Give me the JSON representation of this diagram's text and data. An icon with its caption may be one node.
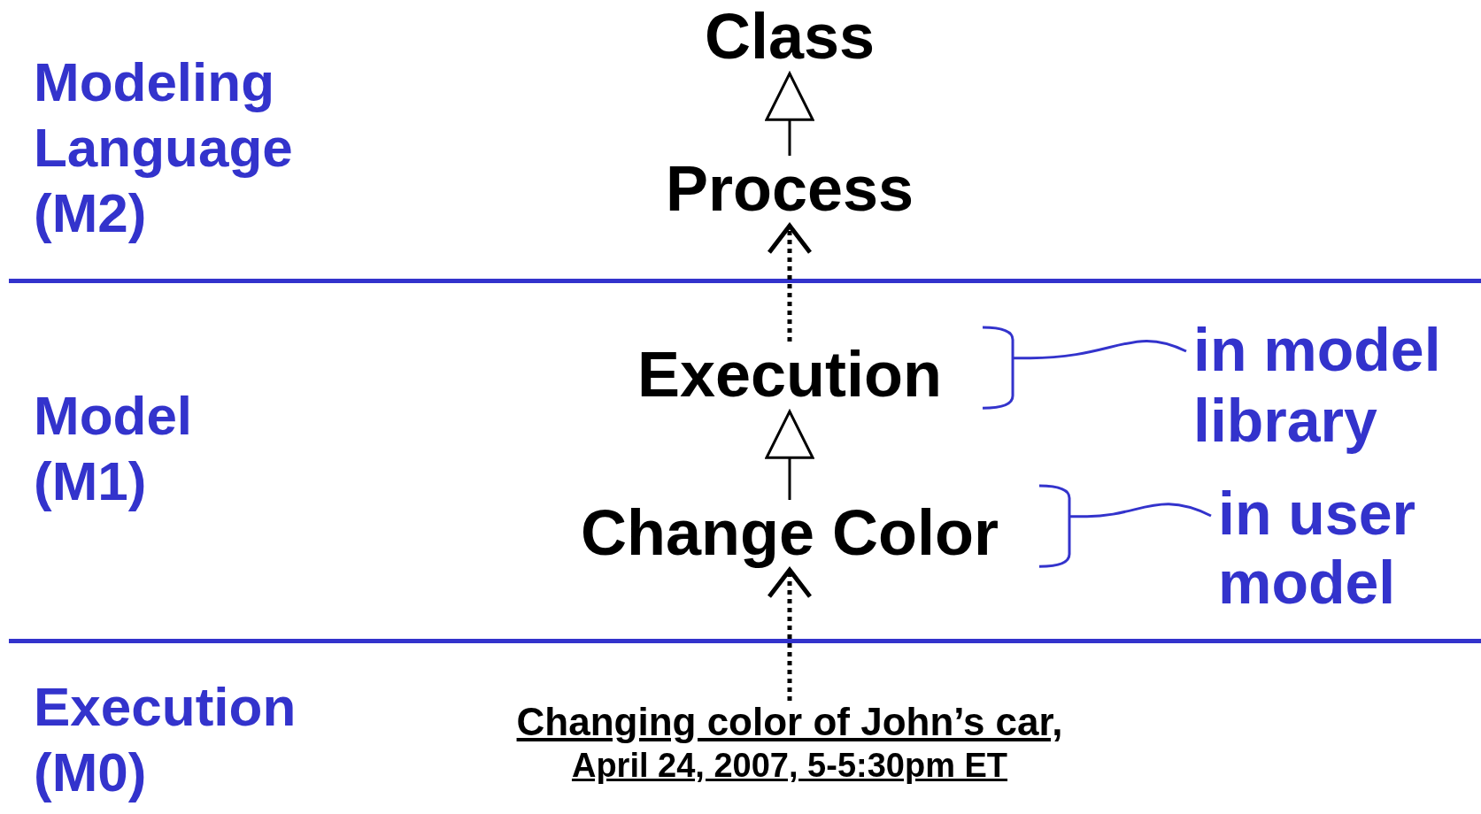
{
  "diagram": {
    "nodes": [
      {
        "text": [
          "Class"
        ]
      },
      {
        "text": [
          "Process"
        ]
      },
      {
        "text": [
          "Execution"
        ]
      },
      {
        "text": [
          "Change Color"
        ]
      },
      {
        "text": [
          "Changing color of John’s car,",
          "April 24, 2007, 5-5:30pm ET"
        ]
      },
      {
        "text": [
          "in model library"
        ]
      },
      {
        "text": [
          "in user model"
        ]
      }
    ],
    "edges": [
      {
        "from": 1,
        "to": 0,
        "arrow": "to"
      },
      {
        "from": 2,
        "to": 1,
        "arrow": "to",
        "style": "dashed"
      },
      {
        "from": 3,
        "to": 2,
        "arrow": "to"
      },
      {
        "from": 4,
        "to": 3,
        "arrow": "to",
        "style": "dashed"
      },
      {
        "from": 5,
        "to": 2,
        "arrow": "none",
        "color": "#3333cc"
      },
      {
        "from": 6,
        "to": 3,
        "arrow": "none",
        "color": "#3333cc"
      }
    ],
    "labels": [
      "Modeling Language (M2)",
      "Model (M1)",
      "Execution (M0)"
    ]
  }
}
